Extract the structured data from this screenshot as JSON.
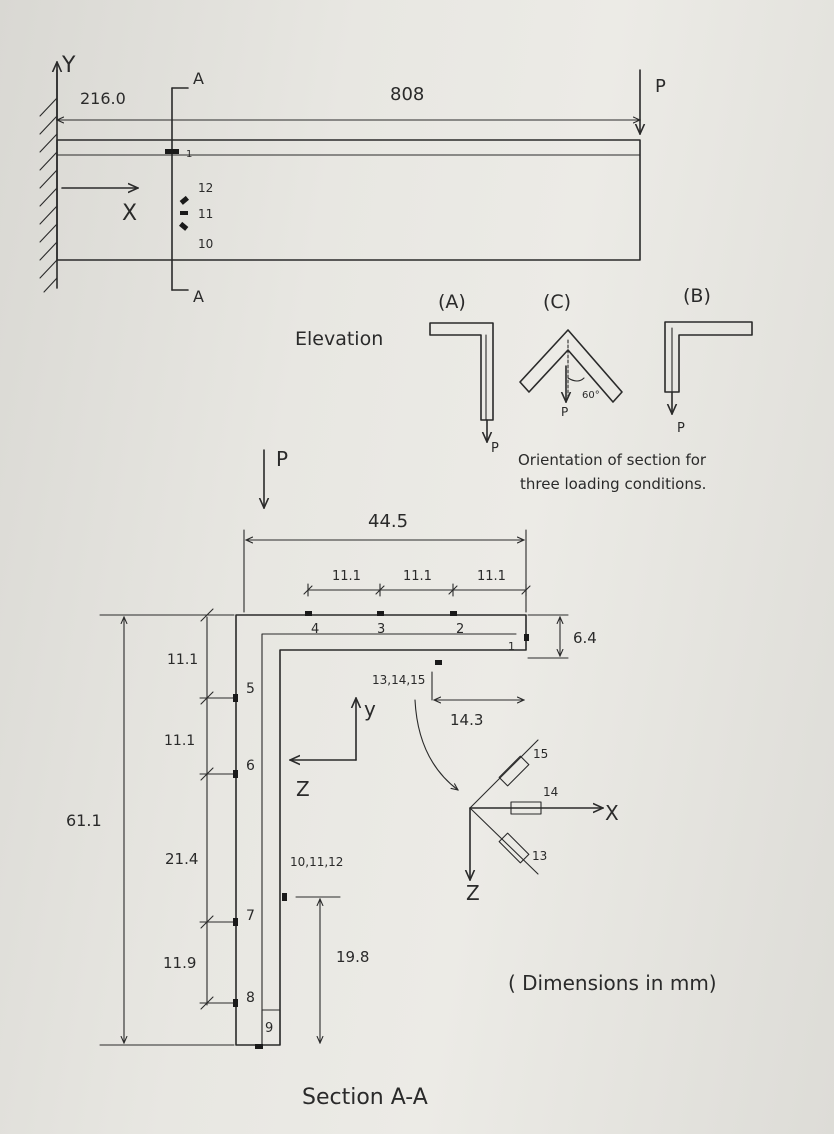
{
  "elevation": {
    "axis_y": "Y",
    "axis_x": "X",
    "dim_left": "216.0",
    "dim_span": "808",
    "section_mark_top": "A",
    "section_mark_bottom": "A",
    "load": "P",
    "gauge_1": "1",
    "gauge_10": "10",
    "gauge_11": "11",
    "gauge_12": "12"
  },
  "orientation": {
    "label_a": "(A)",
    "label_c": "(C)",
    "label_b": "(B)",
    "elevation_label": "Elevation",
    "load_a": "P",
    "load_c": "P",
    "load_b": "P",
    "angle_c": "60°",
    "caption_line1": "Orientation of section for",
    "caption_line2": "three loading conditions."
  },
  "section": {
    "load": "P",
    "width_total": "44.5",
    "spacing_1": "11.1",
    "spacing_2": "11.1",
    "spacing_3": "11.1",
    "thickness": "6.4",
    "gauge_group": "13,14,15",
    "dim_14_3": "14.3",
    "height_total": "61.1",
    "vdim_1": "11.1",
    "vdim_2": "11.1",
    "vdim_3": "21.4",
    "vdim_4": "11.9",
    "gauge_web_group": "10,11,12",
    "dim_19_8": "19.8",
    "axis_y": "y",
    "axis_z": "Z",
    "rosette_x": "X",
    "rosette_z": "Z",
    "rosette_13": "13",
    "rosette_14": "14",
    "rosette_15": "15",
    "g1": "1",
    "g2": "2",
    "g3": "3",
    "g4": "4",
    "g5": "5",
    "g6": "6",
    "g7": "7",
    "g8": "8",
    "g9": "9",
    "units_note": "( Dimensions in mm)",
    "caption": "Section A-A"
  }
}
